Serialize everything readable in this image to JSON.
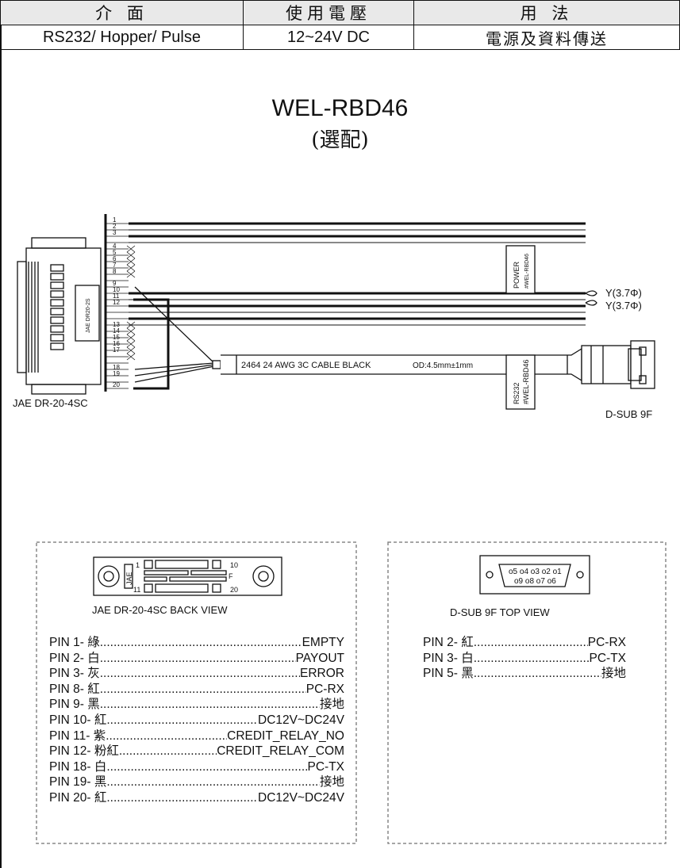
{
  "table": {
    "headers": [
      "介 面",
      "使用電壓",
      "用 法"
    ],
    "row": [
      "RS232/ Hopper/ Pulse",
      "12~24V DC",
      "電源及資料傳送"
    ]
  },
  "title": "WEL-RBD46",
  "subtitle": "(選配)",
  "wiring": {
    "connector_left_label": "JAE DR-20-4SC",
    "connector_body_text": "JAE DR20-2S",
    "pin_numbers": [
      "1",
      "2",
      "3",
      "4",
      "5",
      "6",
      "7",
      "8",
      "9",
      "10",
      "11",
      "12",
      "13",
      "14",
      "15",
      "16",
      "17",
      "18",
      "19",
      "20"
    ],
    "power_tag": "POWER",
    "power_tag_sub": "#WEL-RBD46",
    "y_labels": [
      "Y(3.7Φ)",
      "Y(3.7Φ)"
    ],
    "cable_label": "2464  24 AWG  3C  CABLE  BLACK",
    "cable_od": "OD:4.5mm±1mm",
    "rs232_tag": "RS232",
    "rs232_tag_sub": "#WEL-RBD46",
    "connector_right_label": "D-SUB 9F"
  },
  "back_view": {
    "caption": "JAE DR-20-4SC BACK VIEW",
    "side_text": "JAE",
    "pin_marks": [
      "1",
      "10",
      "11",
      "20",
      "F"
    ],
    "pins": [
      {
        "pin": "PIN  1- 綠",
        "func": "EMPTY"
      },
      {
        "pin": "PIN  2- 白",
        "func": "PAYOUT"
      },
      {
        "pin": "PIN  3- 灰",
        "func": "ERROR"
      },
      {
        "pin": "PIN  8- 紅",
        "func": "PC-RX"
      },
      {
        "pin": "PIN  9- 黑",
        "func": "接地"
      },
      {
        "pin": "PIN 10- 紅",
        "func": "DC12V~DC24V"
      },
      {
        "pin": "PIN 11- 紫",
        "func": "CREDIT_RELAY_NO"
      },
      {
        "pin": "PIN 12- 粉紅",
        "func": "CREDIT_RELAY_COM"
      },
      {
        "pin": "PIN 18- 白",
        "func": "PC-TX"
      },
      {
        "pin": "PIN 19- 黑",
        "func": "接地"
      },
      {
        "pin": "PIN 20- 紅",
        "func": "DC12V~DC24V"
      }
    ]
  },
  "top_view": {
    "caption": "D-SUB 9F TOP VIEW",
    "row1": "o5 o4 o3 o2 o1",
    "row2": "o9 o8 o7 o6",
    "pins": [
      {
        "pin": "PIN 2- 紅",
        "func": "PC-RX"
      },
      {
        "pin": "PIN 3- 白",
        "func": "PC-TX"
      },
      {
        "pin": "PIN 5- 黑",
        "func": "接地"
      }
    ]
  }
}
